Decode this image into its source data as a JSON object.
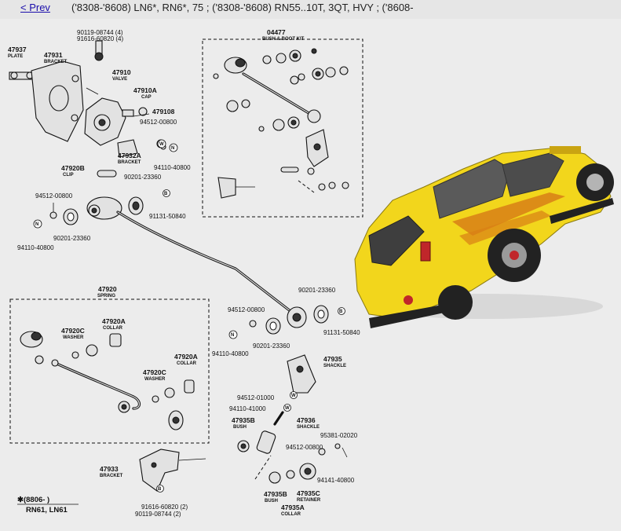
{
  "header": {
    "prev_link": "< Prev",
    "caption": "('8308-'8608) LN6*, RN6*, 75 ; ('8308-'8608) RN55..10T, 3QT, HVY ; ('8608-"
  },
  "labels": {
    "plate_no": "47937",
    "plate_sub": "PLATE",
    "bracket1_no": "47931",
    "bracket1_sub": "BRACKET",
    "bolt1": "90119-08744 (4)",
    "bolt2": "91616-60820 (4)",
    "valve_no": "47910",
    "valve_sub": "VALVE",
    "cap_no": "47910A",
    "cap_sub": "CAP",
    "p479108": "479108",
    "p94512_a": "94512-00800",
    "bracket2_no": "47932A",
    "bracket2_sub": "BRACKET",
    "p94110_a": "94110-40800",
    "clip_no": "47920B",
    "clip_sub": "CLIP",
    "p90201_a": "90201-23360",
    "p94512_b": "94512-00800",
    "p91131_a": "91131-50840",
    "p90201_b": "90201-23360",
    "p94110_b": "94110-40800",
    "kit_no": "04477",
    "kit_sub": "BUSH & BOOT KIT",
    "spring_no": "47920",
    "spring_sub": "SPRING",
    "washer1_no": "47920C",
    "washer1_sub": "WASHER",
    "collar1_no": "47920A",
    "collar1_sub": "COLLAR",
    "washer2_no": "47920C",
    "washer2_sub": "WASHER",
    "collar2_no": "47920A",
    "collar2_sub": "COLLAR",
    "p90201_c": "90201-23360",
    "p91131_b": "91131-50840",
    "p94512_c": "94512-00800",
    "p94110_c": "94110-40800",
    "p90201_d": "90201-23360",
    "shackle1_no": "47935",
    "shackle1_sub": "SHACKLE",
    "p94512_d": "94512-01000",
    "p94110_d": "94110-41000",
    "bush1_no": "47935B",
    "bush1_sub": "BUSH",
    "shackle2_no": "47936",
    "shackle2_sub": "SHACKLE",
    "p95381": "95381-02020",
    "p94512_e": "94512-00800",
    "p94141": "94141-40800",
    "bracket3_no": "47933",
    "bracket3_sub": "BRACKET",
    "bush2_no": "47935B",
    "bush2_sub": "BUSH",
    "retainer_no": "47935C",
    "retainer_sub": "RETAINER",
    "collar3_no": "47935A",
    "collar3_sub": "COLLAR",
    "bolt3": "91616-60820 (2)",
    "bolt4": "90119-08744 (2)",
    "footnote1": "✱(8806-      )",
    "footnote2": "RN61, LN61"
  },
  "symbols": {
    "washer_mark": "W",
    "bolt_mark": "B",
    "nut_mark": "N",
    "star_mark": "✱"
  },
  "colors": {
    "truck": "#f2d61c",
    "stripe": "#d87f16",
    "link": "#1a0dab"
  }
}
